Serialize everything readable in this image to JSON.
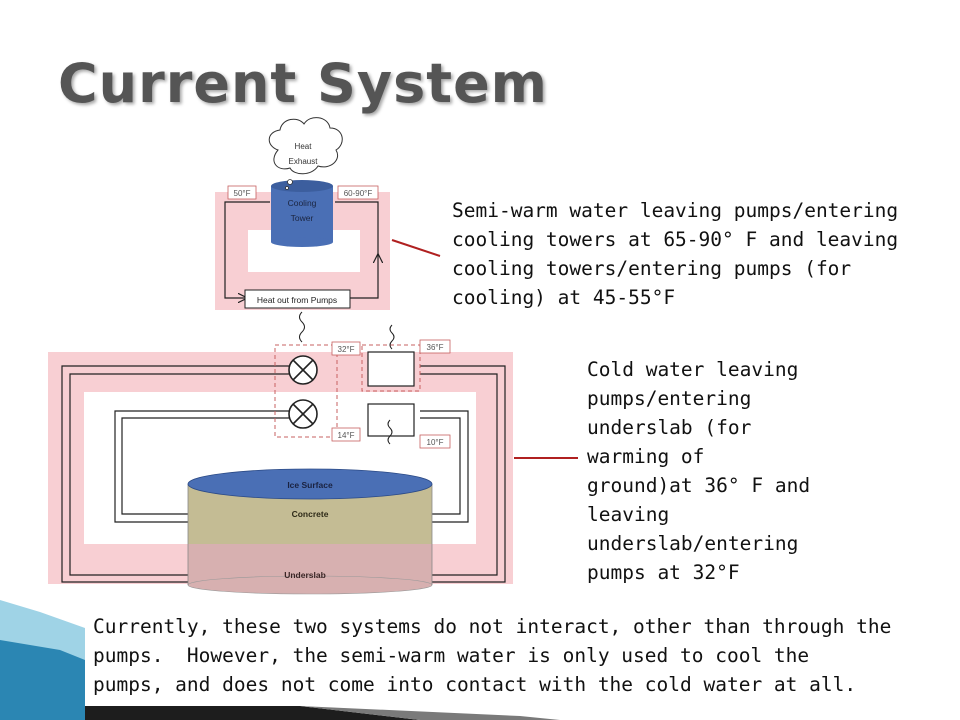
{
  "slide": {
    "title": "Current System"
  },
  "callouts": {
    "warm_lines": [
      "Semi-warm water leaving pumps/entering",
      "cooling towers at 65-90° F and leaving",
      "cooling towers/entering pumps (for",
      "cooling) at 45-55°F"
    ],
    "cold_lines": [
      "Cold water leaving",
      "pumps/entering",
      "underslab (for",
      "warming of",
      "ground)at 36° F and",
      "leaving",
      "underslab/entering",
      "pumps at 32°F"
    ]
  },
  "bottom_note": {
    "lines": [
      "Currently, these two systems do not interact, other than through the",
      "pumps.  However, the semi-warm water is only used to cool the",
      "pumps, and does not come into contact with the cold water at all."
    ]
  },
  "diagram": {
    "cloud_line1": "Heat",
    "cloud_line2": "Exhaust",
    "tower_line1": "Cooling",
    "tower_line2": "Tower",
    "temp_tower_left": "50°F",
    "temp_tower_right": "60-90°F",
    "pump_box": "Heat out from Pumps",
    "temp_32": "32°F",
    "temp_36": "36°F",
    "temp_14": "14°F",
    "temp_10": "10°F",
    "layer_ice": "Ice Surface",
    "layer_concrete": "Concrete",
    "layer_underslab": "Underslab",
    "colors": {
      "pink": "#f8cfd3",
      "tower_blue": "#4a6fb5",
      "concrete": "#c4bc94",
      "underslab": "#d7b0b0",
      "callout_line": "#b02020"
    }
  }
}
